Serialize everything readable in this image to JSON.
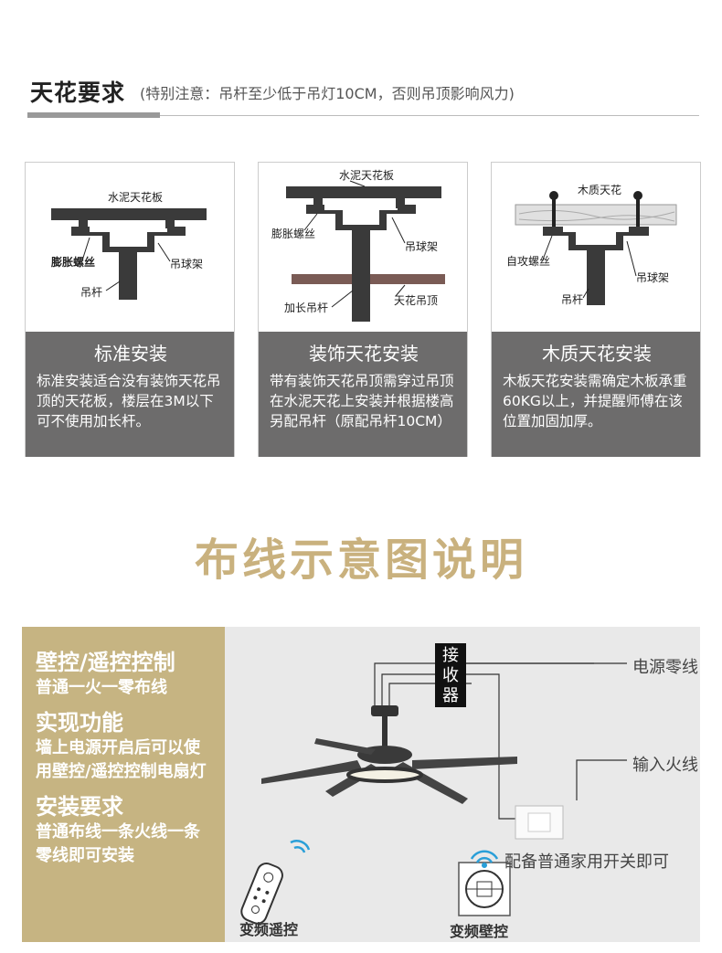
{
  "header": {
    "title": "天花要求",
    "note": "(特别注意：吊杆至少低于吊灯10CM，否则吊顶影响风力)"
  },
  "cards": [
    {
      "title": "标准安装",
      "desc": "标准安装适合没有装饰天花吊顶的天花板，楼层在3M以下可不使用加长杆。",
      "labels": {
        "ceiling": "水泥天花板",
        "bolt": "膨胀螺丝",
        "bracket": "吊球架",
        "rod": "吊杆"
      }
    },
    {
      "title": "装饰天花安装",
      "desc": "带有装饰天花吊顶需穿过吊顶在水泥天花上安装并根据楼高另配吊杆（原配吊杆10CM）",
      "labels": {
        "ceiling": "水泥天花板",
        "bolt": "膨胀螺丝",
        "bracket": "吊球架",
        "rod": "加长吊杆",
        "drop": "天花吊顶"
      }
    },
    {
      "title": "木质天花安装",
      "desc": "木板天花安装需确定木板承重60KG以上，并提醒师傅在该位置加固加厚。",
      "labels": {
        "ceiling": "木质天花",
        "bolt": "自攻螺丝",
        "bracket": "吊球架",
        "rod": "吊杆"
      }
    }
  ],
  "section_title": "布线示意图说明",
  "wiring": {
    "side": [
      {
        "heading": "壁控/遥控控制",
        "text": "普通一火一零布线"
      },
      {
        "heading": "实现功能",
        "text": "墙上电源开启后可以使用壁控/遥控控制电扇灯"
      },
      {
        "heading": "安装要求",
        "text": "普通布线一条火线一条零线即可安装"
      }
    ],
    "receiver": "接收器",
    "neutral": "电源零线",
    "live": "输入火线",
    "switch_note": "配备普通家用开关即可",
    "remote": "变频遥控",
    "wall_control": "变频壁控"
  },
  "colors": {
    "accent_gold": "#c9b17e",
    "side_panel": "#c6b482",
    "card_panel": "#6d6c6c",
    "wifi_blue": "#2a9fd8"
  },
  "icons": [
    "wifi-icon",
    "remote-icon",
    "wall-control-icon",
    "ceiling-fan-icon",
    "wall-switch-icon"
  ]
}
